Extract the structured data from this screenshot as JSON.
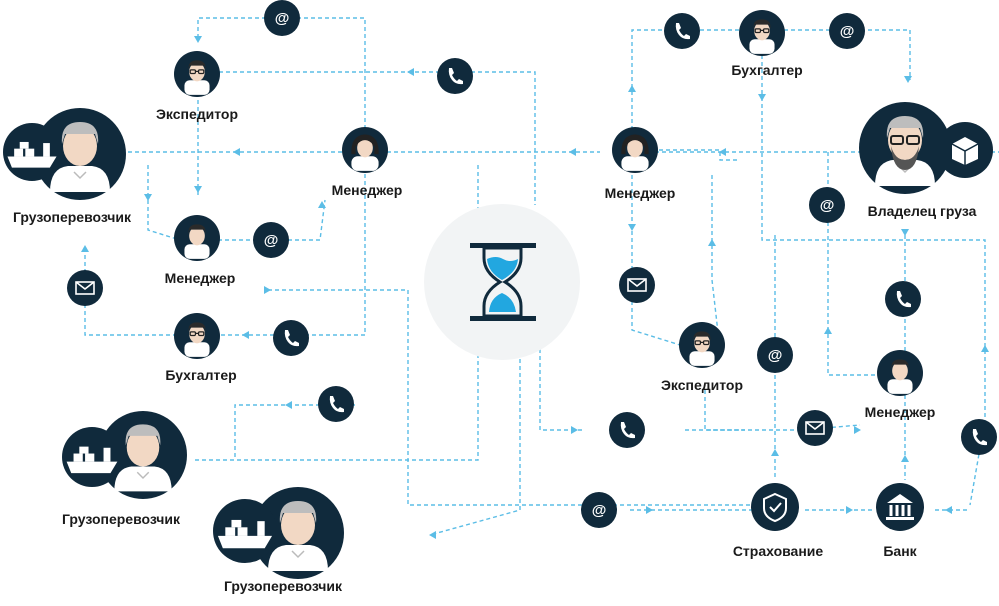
{
  "center": {
    "icon": "hourglass-icon"
  },
  "roles": {
    "carrier": "Грузоперевозчик",
    "forwarder": "Экспедитор",
    "manager": "Менеджер",
    "accountant": "Бухгалтер",
    "cargo_owner": "Владелец груза",
    "insurance": "Страхование",
    "bank": "Банк"
  },
  "colors": {
    "line": "#5bbde6",
    "node": "#102a3c",
    "accent": "#22a7e0",
    "hub": "#f2f4f5"
  }
}
